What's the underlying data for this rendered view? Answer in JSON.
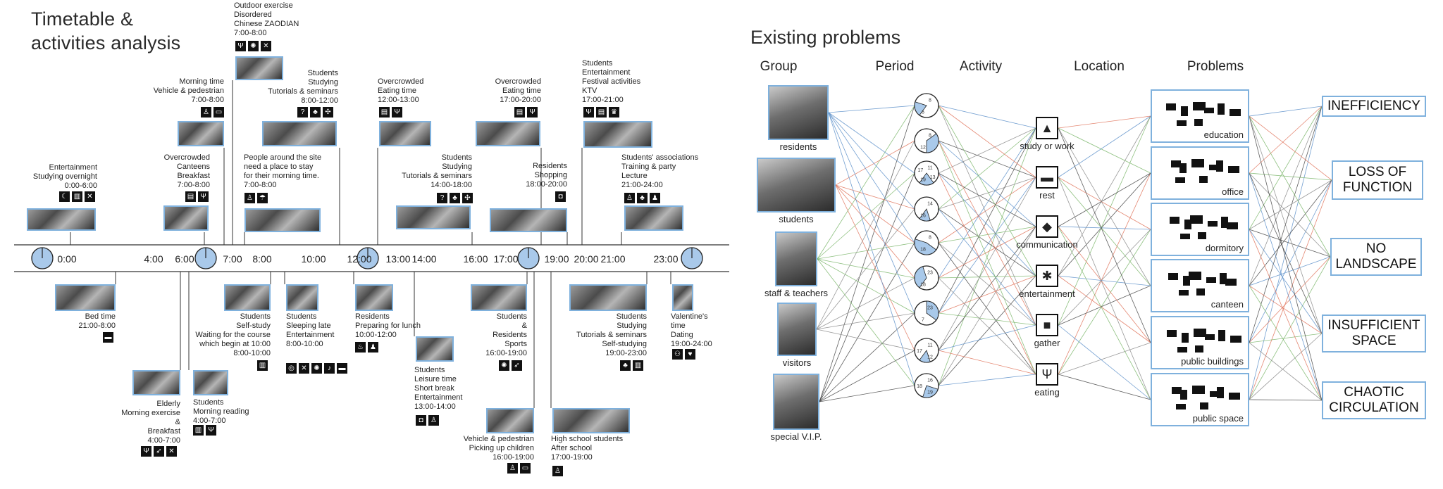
{
  "left": {
    "title_line1": "Timetable &",
    "title_line2": "activities analysis",
    "times": [
      "0:00",
      "4:00",
      "6:00",
      "7:00",
      "8:00",
      "10:00",
      "12:00",
      "13:00",
      "14:00",
      "16:00",
      "17:00",
      "19:00",
      "20:00",
      "21:00",
      "23:00"
    ],
    "above": [
      {
        "lines": [
          "Entertainment",
          "Studying overnight",
          "0:00-6:00"
        ],
        "icons": [
          "moon-icon",
          "book-icon",
          "tools-icon"
        ]
      },
      {
        "lines": [
          "Overcrowded",
          "Canteens",
          "Breakfast",
          "7:00-8:00"
        ],
        "icons": [
          "building-icon",
          "fork-icon"
        ]
      },
      {
        "lines": [
          "Morning time",
          "Vehicle & pedestrian",
          "7:00-8:00"
        ],
        "icons": [
          "walker-icon",
          "car-icon"
        ]
      },
      {
        "lines": [
          "Outdoor exercise",
          "Disordered",
          "Chinese ZAODIAN",
          "7:00-8:00"
        ],
        "icons": [
          "fork-icon",
          "ball-icon",
          "tools-icon"
        ]
      },
      {
        "lines": [
          "People around the site",
          "need a place to stay",
          "for their morning time.",
          "7:00-8:00"
        ],
        "icons": [
          "walker-icon",
          "umbrella-icon"
        ]
      },
      {
        "lines": [
          "Students",
          "Studying",
          "Tutorials & seminars",
          "8:00-12:00"
        ],
        "icons": [
          "question-icon",
          "group-icon",
          "network-icon"
        ]
      },
      {
        "lines": [
          "Overcrowded",
          "Eating time",
          "12:00-13:00"
        ],
        "icons": [
          "building-icon",
          "fork-icon"
        ]
      },
      {
        "lines": [
          "Students",
          "Studying",
          "Tutorials & seminars",
          "14:00-18:00"
        ],
        "icons": [
          "question-icon",
          "group-icon",
          "network-icon"
        ]
      },
      {
        "lines": [
          "Overcrowded",
          "Eating time",
          "17:00-20:00"
        ],
        "icons": [
          "building-icon",
          "fork-icon"
        ]
      },
      {
        "lines": [
          "Residents",
          "Shopping",
          "18:00-20:00"
        ],
        "icons": [
          "bag-icon"
        ]
      },
      {
        "lines": [
          "Students",
          "Entertainment",
          "Festival activities",
          "KTV",
          "17:00-21:00"
        ],
        "icons": [
          "fork-icon",
          "building-icon",
          "crown-icon"
        ]
      },
      {
        "lines": [
          "Students' associations",
          "Training & party",
          "Lecture",
          "21:00-24:00"
        ],
        "icons": [
          "walker-icon",
          "group-icon",
          "people-icon"
        ]
      }
    ],
    "below": [
      {
        "lines": [
          "Bed time",
          "21:00-8:00"
        ],
        "icons": [
          "bed-icon"
        ]
      },
      {
        "lines": [
          "Elderly",
          "Morning exercise",
          "&",
          "Breakfast",
          "4:00-7:00"
        ],
        "icons": [
          "fork-icon",
          "run-icon",
          "tools-icon"
        ]
      },
      {
        "lines": [
          "Students",
          "Morning reading",
          "4:00-7:00"
        ],
        "icons": [
          "book-icon",
          "fork-icon"
        ]
      },
      {
        "lines": [
          "Students",
          "Self-study",
          "Waiting for the course",
          "which begin at 10:00",
          "8:00-10:00"
        ],
        "icons": [
          "book-icon"
        ]
      },
      {
        "lines": [
          "Students",
          "Sleeping late",
          "Entertainment",
          "8:00-10:00"
        ],
        "icons": [
          "game-icon",
          "tools-icon",
          "ball-icon",
          "music-icon",
          "bed-icon"
        ]
      },
      {
        "lines": [
          "Residents",
          "Preparing for lunch",
          "10:00-12:00"
        ],
        "icons": [
          "pot-icon",
          "people-icon"
        ]
      },
      {
        "lines": [
          "Students",
          "Leisure time",
          "Short break",
          "Entertainment",
          "13:00-14:00"
        ],
        "icons": [
          "bag-icon",
          "walker-icon"
        ]
      },
      {
        "lines": [
          "Students",
          "&",
          "Residents",
          "Sports",
          "16:00-19:00"
        ],
        "icons": [
          "ball-icon",
          "run-icon"
        ]
      },
      {
        "lines": [
          "Vehicle & pedestrian",
          "Picking up children",
          "16:00-19:00"
        ],
        "icons": [
          "walker-icon",
          "car-icon"
        ]
      },
      {
        "lines": [
          "High school students",
          "After school",
          "17:00-19:00"
        ],
        "icons": [
          "walker-icon"
        ]
      },
      {
        "lines": [
          "Students",
          "Studying",
          "Tutorials & seminars",
          "Self-studying",
          "19:00-23:00"
        ],
        "icons": [
          "group-icon",
          "book-icon"
        ]
      },
      {
        "lines": [
          "Valentine's",
          "time",
          "Dating",
          "19:00-24:00"
        ],
        "icons": [
          "couple-icon",
          "heart-icon"
        ]
      }
    ]
  },
  "right": {
    "title": "Existing problems",
    "columns": [
      "Group",
      "Period",
      "Activity",
      "Location",
      "Problems"
    ],
    "groups": [
      "residents",
      "students",
      "staff & teachers",
      "visitors",
      "special V.I.P."
    ],
    "periods": [
      {
        "nums": [
          "8",
          "6"
        ],
        "fill": [
          0.6,
          0.8
        ]
      },
      {
        "nums": [
          "8",
          "12"
        ],
        "fill": [
          0.15,
          0.5
        ]
      },
      {
        "nums": [
          "11",
          "13",
          "19",
          "17"
        ],
        "fill": [
          0.4,
          0.6
        ]
      },
      {
        "nums": [
          "14",
          "16"
        ],
        "fill": [
          0.45,
          0.6
        ]
      },
      {
        "nums": [
          "8",
          "18"
        ],
        "fill": [
          0.35,
          0.8
        ]
      },
      {
        "nums": [
          "23",
          "18"
        ],
        "fill": [
          0.6,
          0.95
        ]
      },
      {
        "nums": [
          "23",
          "7"
        ],
        "fill": [
          0.0,
          0.35
        ]
      },
      {
        "nums": [
          "11",
          "12",
          "17"
        ],
        "fill": [
          0.45,
          0.6
        ]
      },
      {
        "nums": [
          "16",
          "19",
          "18"
        ],
        "fill": [
          0.3,
          0.55
        ]
      }
    ],
    "activities": [
      {
        "label": "study or work",
        "icon": "desk-icon",
        "glyph": "▲"
      },
      {
        "label": "rest",
        "icon": "bed-icon",
        "glyph": "▬"
      },
      {
        "label": "communication",
        "icon": "chat-icon",
        "glyph": "◆"
      },
      {
        "label": "entertainment",
        "icon": "dance-icon",
        "glyph": "✱"
      },
      {
        "label": "gather",
        "icon": "meeting-icon",
        "glyph": "■"
      },
      {
        "label": "eating",
        "icon": "cutlery-icon",
        "glyph": "Ψ"
      }
    ],
    "locations": [
      "education",
      "office",
      "dormitory",
      "canteen",
      "public buildings",
      "public space"
    ],
    "problems": [
      "INEFFICIENCY",
      "LOSS OF FUNCTION",
      "NO LANDSCAPE",
      "INSUFFICIENT SPACE",
      "CHAOTIC CIRCULATION"
    ],
    "line_colors": [
      "#5b8fc9",
      "#e0735a",
      "#7bb66a",
      "#888888",
      "#444444"
    ]
  }
}
